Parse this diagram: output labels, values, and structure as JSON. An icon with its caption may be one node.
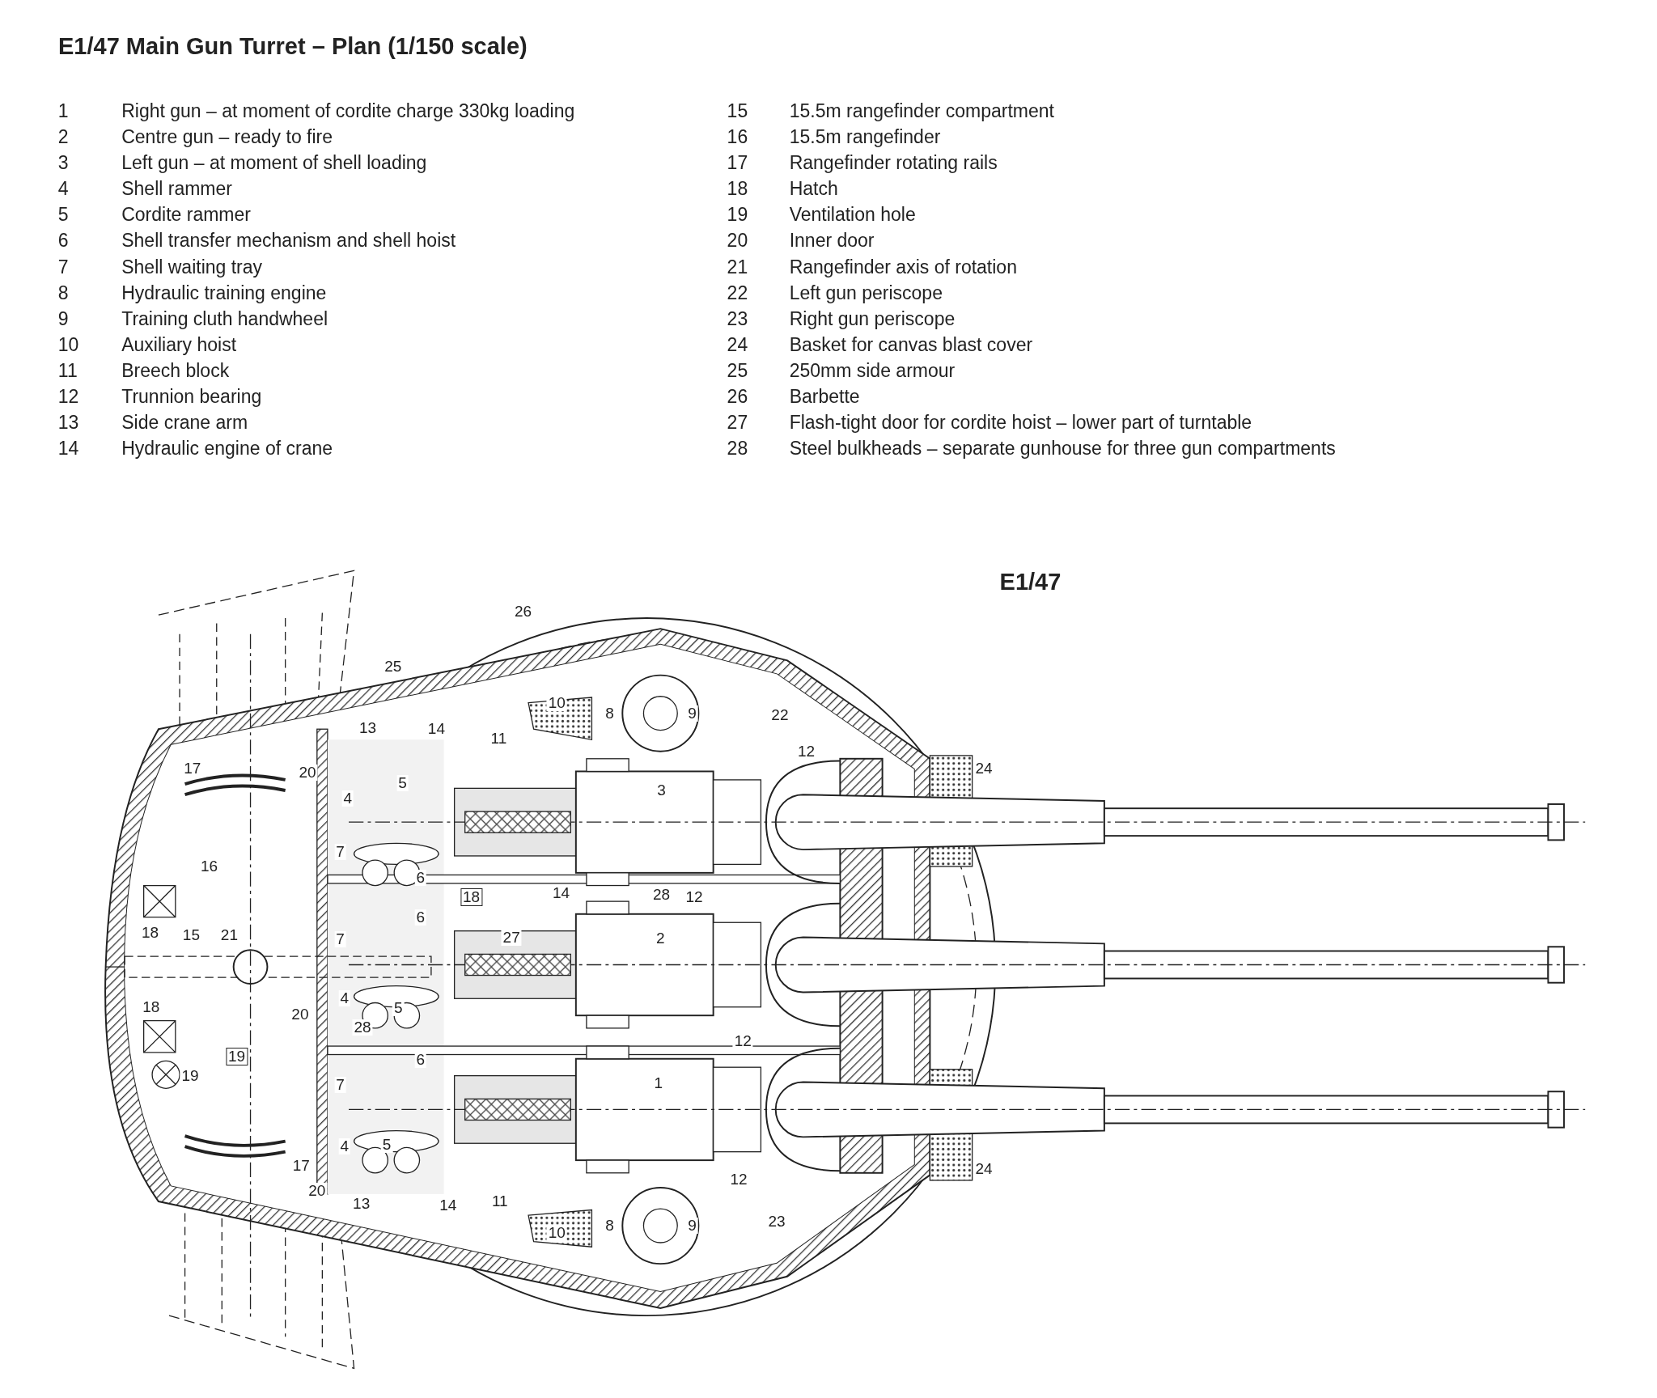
{
  "diagram": {
    "title": "E1/47 Main Gun Turret – Plan (1/150 scale)",
    "labels": [
      "1",
      "Right gun – at moment of cordite charge 330kg loading",
      "2",
      "Centre gun – ready to fire",
      "3",
      "Left gun – at moment of shell loading",
      "4",
      "Shell rammer",
      "5",
      "Cordite rammer",
      "6",
      "Shell transfer mechanism and shell hoist",
      "7",
      "Shell waiting tray",
      "8",
      "Hydraulic training engine",
      "9",
      "Training cluth handwheel",
      "10",
      "Auxiliary hoist",
      "11",
      "Breech block",
      "12",
      "Trunnion bearing",
      "13",
      "Side crane arm",
      "14",
      "Hydraulic engine of crane",
      "15",
      "15.5m rangefinder compartment",
      "16",
      "15.5m rangefinder",
      "17",
      "Rangefinder rotating rails",
      "18",
      "Hatch",
      "19",
      "Ventilation hole",
      "20",
      "Inner door",
      "21",
      "Rangefinder axis of rotation",
      "22",
      "Left gun periscope",
      "23",
      "Right gun periscope",
      "24",
      "Basket for canvas blast cover",
      "25",
      "250mm side armour",
      "26",
      "Barbette",
      "27",
      "Flash-tight door for cordite hoist – lower part of turntable",
      "28",
      "Steel bulkheads – separate gunhouse for three gun compartments",
      "E1/47",
      "26",
      "25",
      "10",
      "8",
      "9",
      "13",
      "14",
      "11",
      "22",
      "12",
      "17",
      "20",
      "5",
      "4",
      "3",
      "24",
      "7",
      "6",
      "16",
      "18",
      "14",
      "28",
      "12",
      "6",
      "18",
      "15",
      "21",
      "7",
      "27",
      "2",
      "4",
      "5",
      "20",
      "28",
      "18",
      "19",
      "19",
      "12",
      "6",
      "7",
      "1",
      "4",
      "5",
      "17",
      "24",
      "20",
      "13",
      "14",
      "11",
      "10",
      "12",
      "8",
      "9",
      "23"
    ]
  }
}
